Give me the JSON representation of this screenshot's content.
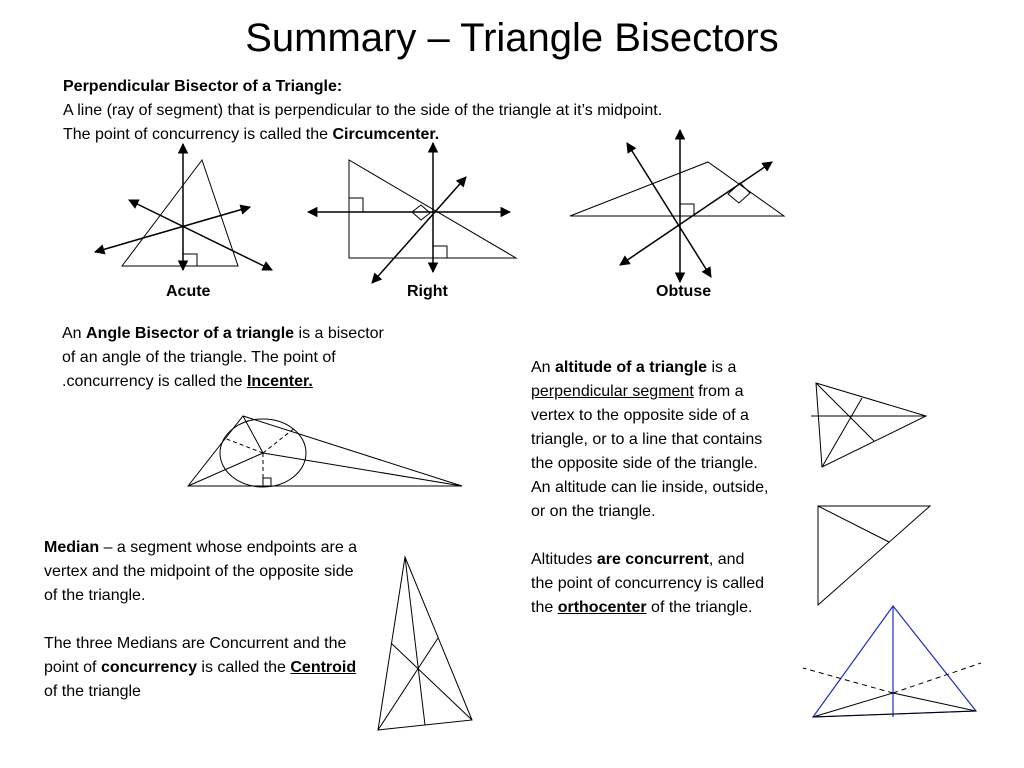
{
  "title": "Summary – Triangle Bisectors",
  "perpendicular": {
    "heading": "Perpendicular Bisector of a Triangle:",
    "line1": "A line (ray of segment) that is perpendicular to the side of the triangle at it’s midpoint.",
    "line2_pre": "The point of concurrency is called the ",
    "line2_term": "Circumcenter.",
    "labels": {
      "acute": "Acute",
      "right": "Right",
      "obtuse": "Obtuse"
    }
  },
  "angle_bisector": {
    "pre": "An ",
    "term": "Angle Bisector of a triangle",
    "post": " is a bisector of an angle of the triangle. The point of .concurrency is called the ",
    "center": "Incenter."
  },
  "altitude": {
    "p1_pre": "An ",
    "p1_term": "altitude of a triangle",
    "p1_mid": " is a ",
    "p1_link": "perpendicular segment",
    "p1_post": " from a vertex to the opposite side of a triangle, or to a line that contains the opposite side of the triangle.  An altitude can lie inside, outside, or on the triangle.",
    "p2_pre": "Altitudes ",
    "p2_term": "are concurrent",
    "p2_mid": ", and the point of concurrency is called the ",
    "p2_center": "orthocenter",
    "p2_post": " of the triangle."
  },
  "median": {
    "term": "Median",
    "def": " – a segment whose endpoints are a vertex and the midpoint of the opposite side of the triangle.",
    "p2_pre": "The three Medians are Concurrent and the point of ",
    "p2_term": "concurrency",
    "p2_mid": " is called the ",
    "p2_center": "Centroid",
    "p2_post": " of the triangle"
  },
  "colors": {
    "text": "#000000",
    "altitude_line": "#1f2fbf"
  }
}
